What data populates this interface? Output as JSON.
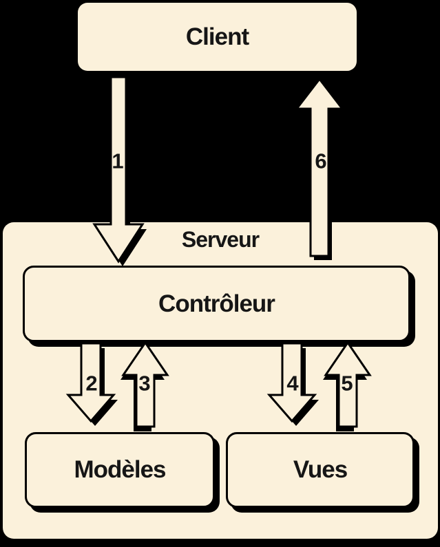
{
  "colors": {
    "background": "#000000",
    "box_fill": "#FBF1DB",
    "outline": "#000000",
    "text": "#161616"
  },
  "nodes": {
    "client": {
      "label": "Client"
    },
    "serveur": {
      "label": "Serveur"
    },
    "controleur": {
      "label": "Contrôleur"
    },
    "modeles": {
      "label": "Modèles"
    },
    "vues": {
      "label": "Vues"
    }
  },
  "arrows": [
    {
      "label": "1",
      "from": "Client",
      "to": "Contrôleur",
      "direction": "down"
    },
    {
      "label": "2",
      "from": "Contrôleur",
      "to": "Modèles",
      "direction": "down"
    },
    {
      "label": "3",
      "from": "Modèles",
      "to": "Contrôleur",
      "direction": "up"
    },
    {
      "label": "4",
      "from": "Contrôleur",
      "to": "Vues",
      "direction": "down"
    },
    {
      "label": "5",
      "from": "Vues",
      "to": "Contrôleur",
      "direction": "up"
    },
    {
      "label": "6",
      "from": "Serveur",
      "to": "Client",
      "direction": "up"
    }
  ]
}
